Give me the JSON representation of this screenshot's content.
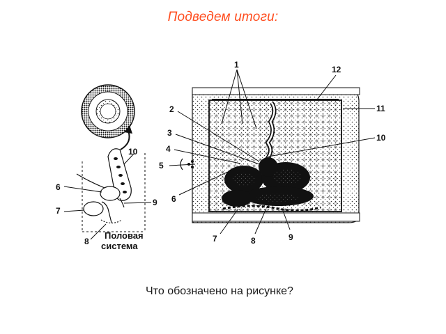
{
  "title": "Подведем итоги:",
  "question": "Что обозначено на рисунке?",
  "caption": {
    "line1": "Половая",
    "line2": "система"
  },
  "main_labels": {
    "l1": "1",
    "l2": "2",
    "l3": "3",
    "l4": "4",
    "l5": "5",
    "l6": "6",
    "l7": "7",
    "l8": "8",
    "l9": "9",
    "l10": "10",
    "l11": "11",
    "l12": "12"
  },
  "small_labels": {
    "l6": "6",
    "l7": "7",
    "l8": "8",
    "l9": "9",
    "l10": "10"
  },
  "colors": {
    "title": "#ff4d1f",
    "ink": "#111111"
  }
}
